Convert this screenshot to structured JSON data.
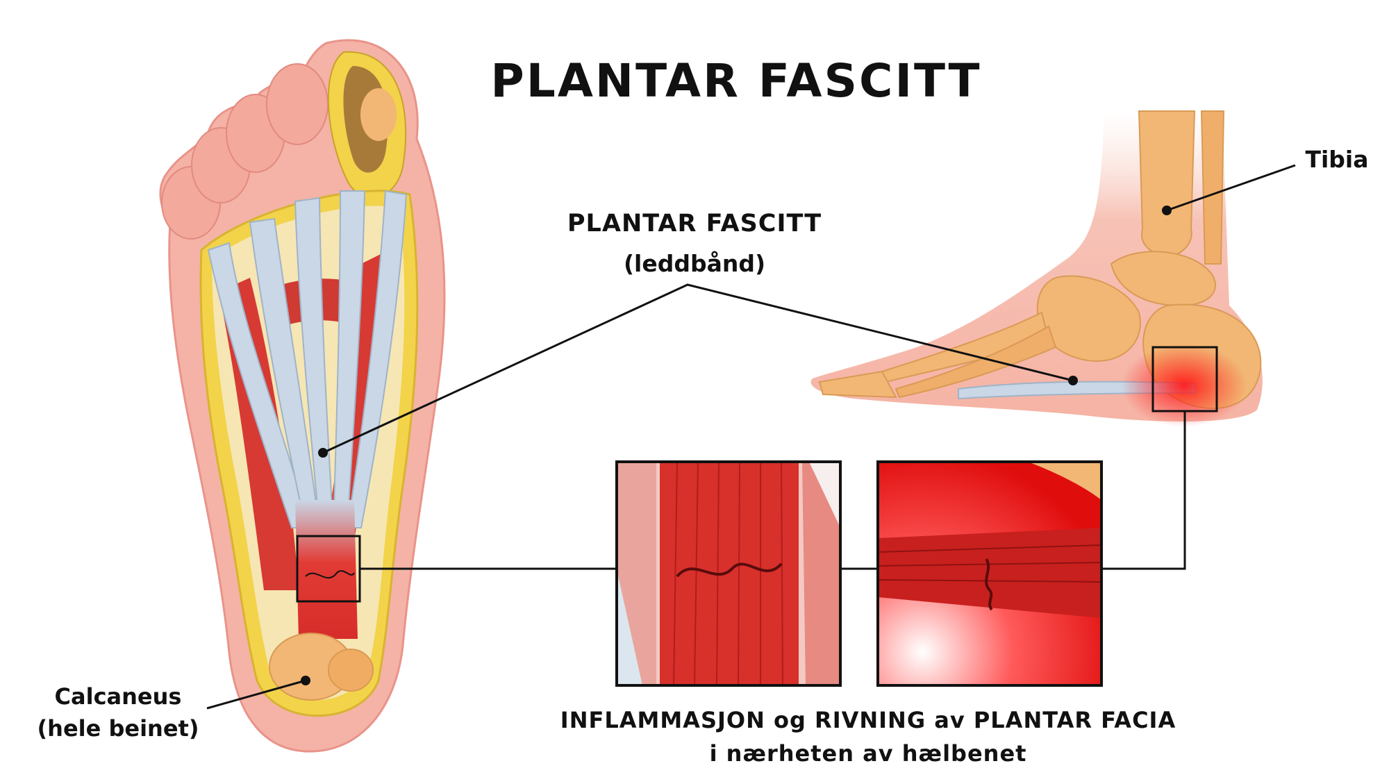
{
  "title": "PLANTAR FASCITT",
  "labels": {
    "center_line1": "PLANTAR FASCITT",
    "center_line2": "(leddbånd)",
    "tibia": "Tibia",
    "calcaneus_line1": "Calcaneus",
    "calcaneus_line2": "(hele beinet)",
    "bottom_line1": "INFLAMMASJON og RIVNING av PLANTAR FACIA",
    "bottom_line2": "i nærheten av hælbenet"
  },
  "colors": {
    "skin": "#f4b3a6",
    "skin_outline": "#e9938a",
    "fat_layer": "#f2d34a",
    "fascia": "#c9d7e6",
    "muscle": "#d63a33",
    "bone": "#f2b774",
    "inflammation": "#e61e1e",
    "line": "#111111"
  },
  "icons": [
    "foot-sole-illustration",
    "foot-side-skeleton-illustration",
    "fascia-zoom-illustration",
    "heel-tear-zoom-illustration"
  ]
}
